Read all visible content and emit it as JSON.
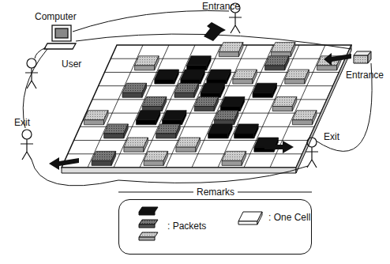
{
  "diagram": {
    "nodes": [
      {
        "text": [
          "Remarks"
        ]
      }
    ],
    "labels": [
      "Computer",
      "User",
      "Entrance",
      "Entrance",
      "Exit",
      "Exit"
    ],
    "legend": [
      {
        "text": ": Packets"
      },
      {
        "text": ": One Cell"
      }
    ]
  }
}
